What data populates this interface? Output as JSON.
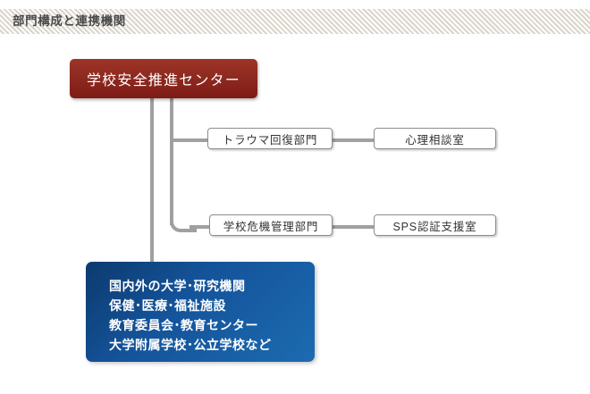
{
  "header": {
    "title": "部門構成と連携機関"
  },
  "diagram": {
    "root": {
      "label": "学校安全推進センター",
      "color": "#8e2a20"
    },
    "branches": [
      {
        "division": "トラウマ回復部門",
        "linked_office": "心理相談室"
      },
      {
        "division": "学校危機管理部門",
        "linked_office": "SPS認証支援室"
      }
    ],
    "partners": {
      "color": "#14539a",
      "lines": [
        "国内外の大学･研究機関",
        "保健･医療･福祉施設",
        "教育委員会･教育センター",
        "大学附属学校･公立学校など"
      ]
    },
    "connector_color": "#a0a0a0"
  }
}
